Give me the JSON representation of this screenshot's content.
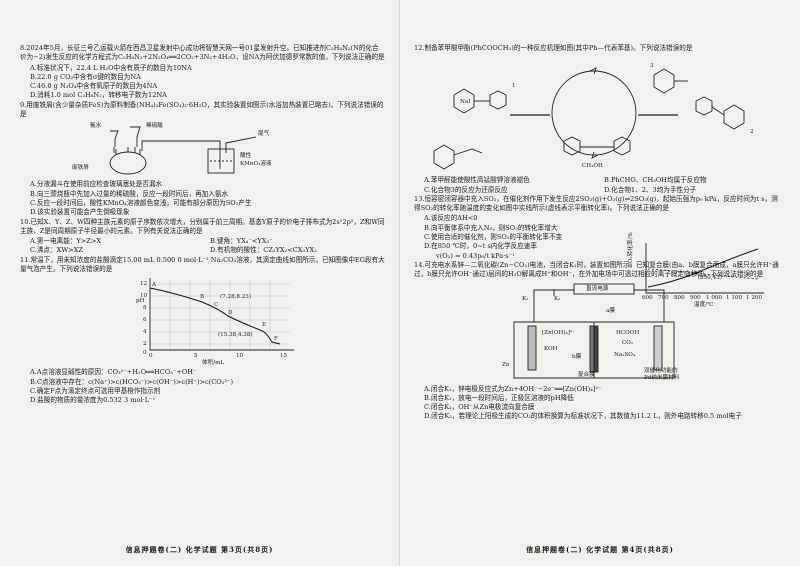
{
  "left": {
    "q8": {
      "stem": "8.2024年5月，长征三号乙运载火箭在西昌卫星发射中心成功将智慧天网一号01星发射升空。已知推进剂C₂H₈N₂(N的化合价为−2)发生反应的化学方程式为C₂H₈N₂+2N₂O₄══2CO₂+3N₂+4H₂O，设NA为阿伏加德罗常数的值，下列说法正确的是",
      "options": [
        "A.标准状况下，22.4 L H₂O中含有质子的数目为10NA",
        "B.22.0 g CO₂中含有σ键的数目为NA",
        "C.46.0 g N₂O₄中含有氧原子的数目为4NA",
        "D.消耗1.0 mol C₂H₈N₂，转移电子数为12NA"
      ]
    },
    "q9": {
      "stem": "9.用废铁屑(含少量杂质FeS)为原料制备(NH₄)₂Fe(SO₄)₂·6H₂O，其实验装置如图示(水浴加热装置已略去)。下列说法错误的是",
      "figure_labels": {
        "ammonia": "氨水",
        "acid": "稀硫酸",
        "tail_gas": "尾气",
        "scrap": "废铁屑",
        "acidic": "酸性",
        "kmno4": "KMnO₄溶液"
      },
      "options": [
        "A.分液漏斗在使用前应检查玻璃塞处是否漏水",
        "B.向三颈烧瓶中先加入过量的稀硫酸，反应一段时间后，再加入氨水",
        "C.反应一段时间后，酸性KMnO₄溶液颜色变浅，可能有部分原因为SO₂产生",
        "D.该实验装置可能会产生倒吸现象"
      ]
    },
    "q10": {
      "stem": "10.已知X、Y、Z、W四种主族元素的原子序数依次增大，分别属于前三周期。基态Y原子的价电子排布式为2s²2p²，Z和W同主族，Z是同周期原子半径最小的元素。下列有关说法正确的是",
      "options": [
        "A.第一电离能：Y>Z>X",
        "B.键角：YX₄⁻<YX₃⁻",
        "C.沸点：XW>XZ",
        "D.有机物的酸性：CZ₃YX₂<CX₃YX₂"
      ]
    },
    "q11": {
      "stem": "11.常温下，用未知浓度的盐酸滴定15.00 mL 0.500 0 mol·L⁻¹ Na₂CO₃溶液，其滴定曲线如图所示，已知图像中EG段有大量气泡产生。下列说法错误的是",
      "chart": {
        "ylabel": "pH",
        "xlabel": "体积/mL",
        "y_ticks": [
          "12",
          "10",
          "8",
          "6",
          "4",
          "2",
          "0"
        ],
        "x_ticks": [
          "0",
          "5",
          "10",
          "15"
        ],
        "point_labels": [
          "A",
          "B",
          "C",
          "D",
          "E",
          "F"
        ],
        "annot_1": "(7.28,8.23)",
        "annot_2": "(15.38,4.38)"
      },
      "options": [
        "A.A点溶液显碱性的原因：CO₃²⁻+H₂O══HCO₃⁻+OH⁻",
        "B.C点溶液中存在：c(Na⁺)>c(HCO₃⁻)>c(OH⁻)>c(H⁺)>c(CO₃²⁻)",
        "C.确定F点为滴定终点可选用甲基橙作指示剂",
        "D.盐酸的物质的量浓度为0.532 3 mol·L⁻¹"
      ]
    },
    "footer": "信息押题卷(二) 化学试题  第3页(共8页)"
  },
  "right": {
    "q12": {
      "stem": "12.制备苯甲酸甲酯(PhCOOCH₃)的一种反应机理如图(其中Ph—代表苯基)。下列说法错误的是",
      "figure_labels": {
        "n1": "1",
        "n2": "2",
        "n3": "3",
        "ch3oh": "CH₃OH",
        "nai": "NaI"
      },
      "options": [
        "A.苯甲醛能使酸性高锰酸钾溶液褪色",
        "B.PhCHO、CH₃OH均属于反应物",
        "C.化合物3的反应为还原反应",
        "D.化合物1、2、3均为手性分子"
      ]
    },
    "q13": {
      "stem": "13.恒容密闭容器中充入SO₂，在催化剂作用下发生反应2SO₂(g)+O₂(g)⇌2SO₃(g)，起始压强为p₀ kPa，反应时间为t s，测得SO₂的转化率随温度的变化如图中实线所示(虚线表示平衡转化率)。下列说法正确的是",
      "options": [
        "A.该反应的ΔH<0",
        "B.向平衡体系中充入N₂，则SO₂的转化率增大",
        "C.使用合适的催化剂，则SO₂的平衡转化率不变",
        "D.在850 ℃时，0~t s内化学反应速率"
      ],
      "rate": "v(O₂) = 0.43p₀/t kPa·s⁻¹",
      "chart": {
        "ylabel": "SO₂转化率/%",
        "xlabel": "温度/℃",
        "x_ticks": [
          "600",
          "700",
          "800",
          "900",
          "1 000",
          "1 100",
          "1 200"
        ],
        "annot": "(850,43)"
      }
    },
    "q14": {
      "stem": "14.可充电水系锌—二氧化碳(Zn−CO₂)电池，当闭合K₁时，装置如图所示。已知复合膜(由a、b膜复合而成，a膜只允许H⁺通过，b膜只允许OH⁻通过)层间的H₂O解离成H⁺和OH⁻，在外加电场中可透过相应的离子膜定向移动。下列说法错误的是",
      "figure_labels": {
        "k1": "K₁",
        "k2": "K₂",
        "dc": "直流电源",
        "a_membrane": "a膜",
        "b_membrane": "b膜",
        "zincate": "[Zn(OH)₄]²⁻",
        "hcooh": "HCOOH",
        "co2": "CO₂",
        "koh": "KOH",
        "na2so4": "Na₂SO₄",
        "zn": "Zn",
        "composite": "复合膜",
        "catalyst_1": "双催化功能的",
        "catalyst_2": "Pd纳米膜材料"
      },
      "options": [
        "A.闭合K₁，锌电极反应式为Zn+4OH⁻−2e⁻══[Zn(OH)₄]²⁻",
        "B.闭合K₁，放电一段时间后，正极区溶液的pH降低",
        "C.闭合K₂，OH⁻从Zn电极流向复合膜",
        "D.闭合K₂，若理论上阳极生成的CO₂的体积换算为标准状况下，其数值为11.2 L，则外电路转移0.5 mol电子"
      ]
    },
    "footer": "信息押题卷(二) 化学试题  第4页(共8页)"
  }
}
